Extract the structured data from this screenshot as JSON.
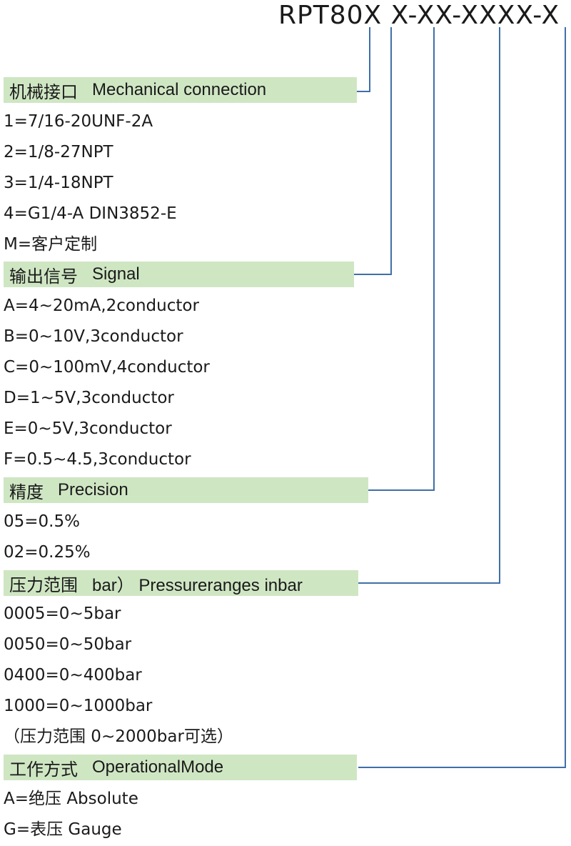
{
  "model_code": "RPT80X X-XX-XXXX-X",
  "line_color": "#3f6fa8",
  "header_color": "#cfe6c3",
  "sections": [
    {
      "zh": "机械接口",
      "en": "Mechanical connection",
      "options": [
        "1=7/16-20UNF-2A",
        "2=1/8-27NPT",
        "3=1/4-18NPT",
        "4=G1/4-A DIN3852-E",
        "M=客户定制"
      ]
    },
    {
      "zh": "输出信号",
      "en": "Signal",
      "options": [
        "A=4~20mA,2conductor",
        "B=0~10V,3conductor",
        "C=0~100mV,4conductor",
        "D=1~5V,3conductor",
        "E=0~5V,3conductor",
        "F=0.5~4.5,3conductor"
      ]
    },
    {
      "zh": "精度",
      "en": "Precision",
      "options": [
        "05=0.5%",
        "02=0.25%"
      ]
    },
    {
      "zh": "压力范围",
      "en": "bar） Pressureranges inbar",
      "options": [
        "0005=0~5bar",
        "0050=0~50bar",
        "0400=0~400bar",
        "1000=0~1000bar",
        "（压力范围 0~2000bar可选）"
      ]
    },
    {
      "zh": "工作方式",
      "en": "OperationalMode",
      "options": [
        "A=绝压  Absolute",
        "G=表压  Gauge"
      ]
    }
  ]
}
